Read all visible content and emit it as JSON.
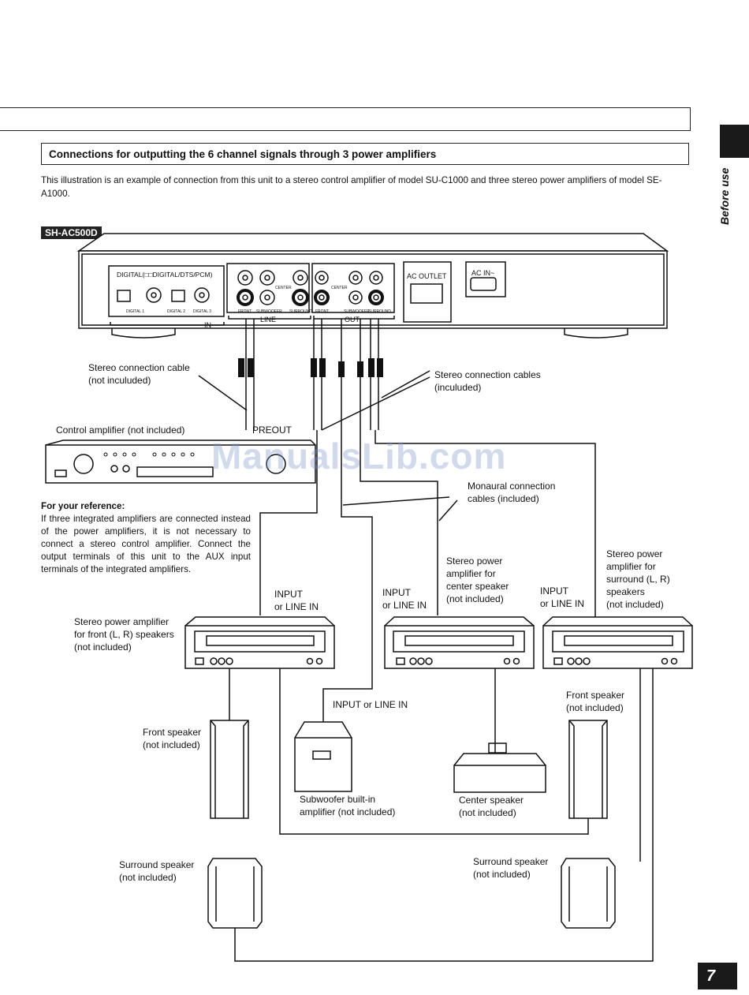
{
  "section": {
    "title": "Connections for outputting the 6 channel signals through 3 power amplifiers",
    "intro": "This illustration is an example of connection from this unit to a stereo control amplifier of model SU-C1000 and three stereo power amplifiers of model SE-A1000."
  },
  "side_tab_label": "Before use",
  "page_number": "7",
  "unit": {
    "model": "SH-AC500D",
    "digital_label": "DIGITAL(□□DIGITAL/DTS/PCM)",
    "digital_jacks": [
      "DIGITAL 1",
      "DIGITAL 2",
      "DIGITAL 3"
    ],
    "in_label": "IN",
    "line_label": "LINE",
    "out_label": "OUT",
    "jack_labels": [
      "FRONT",
      "SUBWOOFER",
      "SURROUND",
      "FRONT",
      "SUBWOOFER",
      "SURROUND"
    ],
    "center_label": "CENTER",
    "ac_outlet": "AC OUTLET",
    "ac_in": "AC IN~"
  },
  "labels": {
    "stereo_cable": "Stereo connection cable\n(not inculuded)",
    "stereo_cables": "Stereo connection cables\n(inculuded)",
    "control_amp": "Control amplifier (not included)",
    "preout": "PREOUT",
    "monaural_cables": "Monaural connection\ncables (included)",
    "ref_title": "For your reference:",
    "ref_text": "If three integrated amplifiers are connected instead of the power amplifiers, it is not necessary to connect a stereo control amplifier. Connect the output terminals of this unit to the AUX input terminals of the integrated amplifiers.",
    "input1": "INPUT\nor LINE IN",
    "input2": "INPUT\nor LINE IN",
    "input3": "INPUT\nor LINE IN",
    "input_sub": "INPUT or LINE IN",
    "amp_front": "Stereo power amplifier\nfor front (L, R) speakers\n(not included)",
    "amp_center": "Stereo power\namplifier for\ncenter speaker\n(not included)",
    "amp_surround": "Stereo power\namplifier for\nsurround (L, R)\nspeakers\n(not included)",
    "front_speaker_left": "Front speaker\n(not included)",
    "front_speaker_right": "Front speaker\n(not included)",
    "subwoofer": "Subwoofer built-in\namplifier (not included)",
    "center_speaker": "Center speaker\n(not included)",
    "surround_left": "Surround speaker\n(not included)",
    "surround_right": "Surround speaker\n(not included)"
  },
  "watermark": "ManualsLib.com"
}
